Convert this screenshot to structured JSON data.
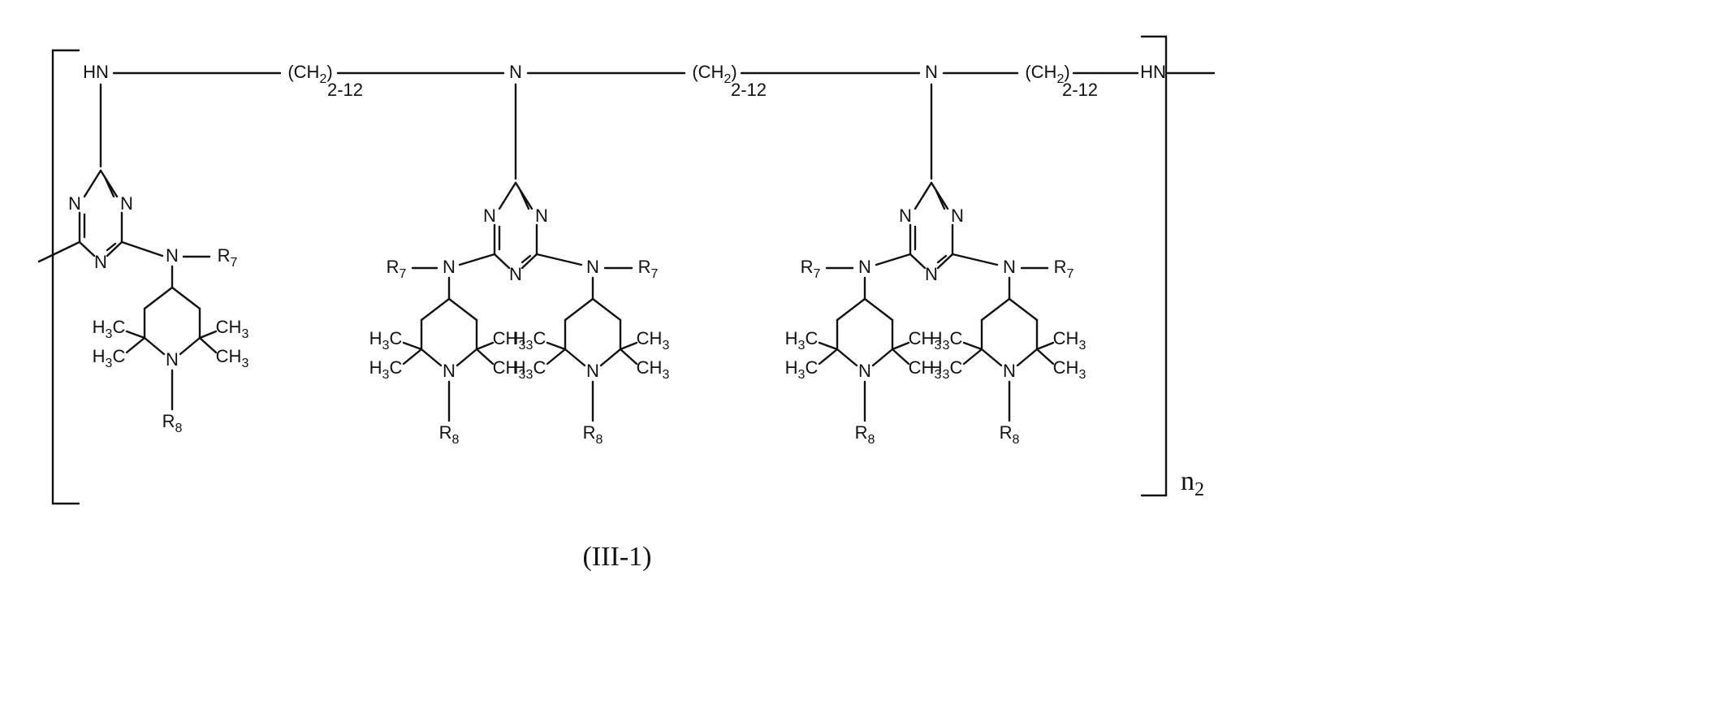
{
  "atoms": {
    "hn": "HN",
    "n": "N",
    "ch2": "(CH",
    "ch2_sub": "2",
    "ch2_close": ")",
    "chain_range": "2-12",
    "r": "R",
    "r7_sub": "7",
    "r8_sub": "8",
    "h3c": "H",
    "h3c_sub": "3",
    "c": "C",
    "ch3": "CH",
    "ch3_sub": "3"
  },
  "bracket": {
    "repeat": "n",
    "repeat_sub": "2"
  },
  "caption": "(III-1)"
}
